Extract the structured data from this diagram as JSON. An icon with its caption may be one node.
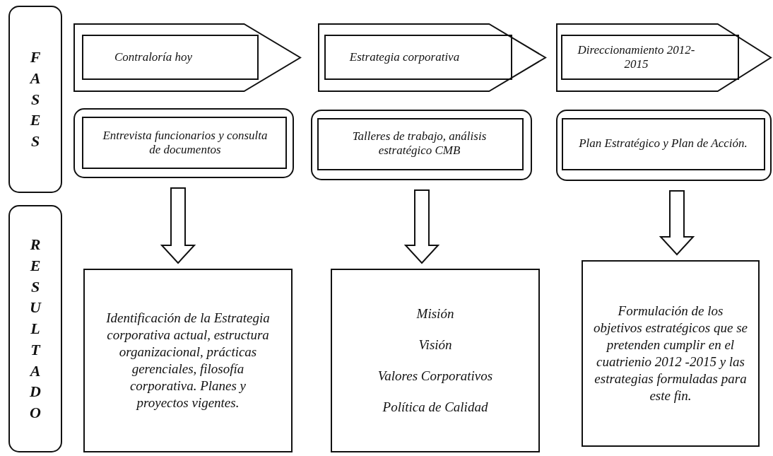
{
  "diagram": {
    "nodes": [
      {
        "text": [
          "FASES"
        ]
      },
      {
        "text": [
          "RESULTADO"
        ]
      },
      {
        "text": [
          "Contraloría hoy"
        ]
      },
      {
        "text": [
          "Estrategia corporativa"
        ]
      },
      {
        "text": [
          "Direccionamiento 2012-2015"
        ]
      },
      {
        "text": [
          "Entrevista funcionarios y consulta de documentos"
        ]
      },
      {
        "text": [
          "Talleres de trabajo, análisis estratégico CMB"
        ]
      },
      {
        "text": [
          "Plan Estratégico y Plan de Acción."
        ]
      },
      {
        "text": [
          "Identificación de la Estrategia corporativa actual, estructura organizacional, prácticas gerenciales, filosofía corporativa. Planes y proyectos vigentes."
        ]
      },
      {
        "text": [
          "Misión",
          "Visión",
          "Valores Corporativos",
          "Política de Calidad"
        ]
      },
      {
        "text": [
          "Formulación de los objetivos estratégicos que se pretenden cumplir en el cuatrienio 2012 -2015 y las estrategias formuladas para este fin."
        ]
      }
    ],
    "edges": [
      {
        "from": 5,
        "to": 8,
        "arrow": "to",
        "style": "thick"
      },
      {
        "from": 6,
        "to": 9,
        "arrow": "to",
        "style": "thick"
      },
      {
        "from": 7,
        "to": 10,
        "arrow": "to",
        "style": "thick"
      }
    ]
  }
}
